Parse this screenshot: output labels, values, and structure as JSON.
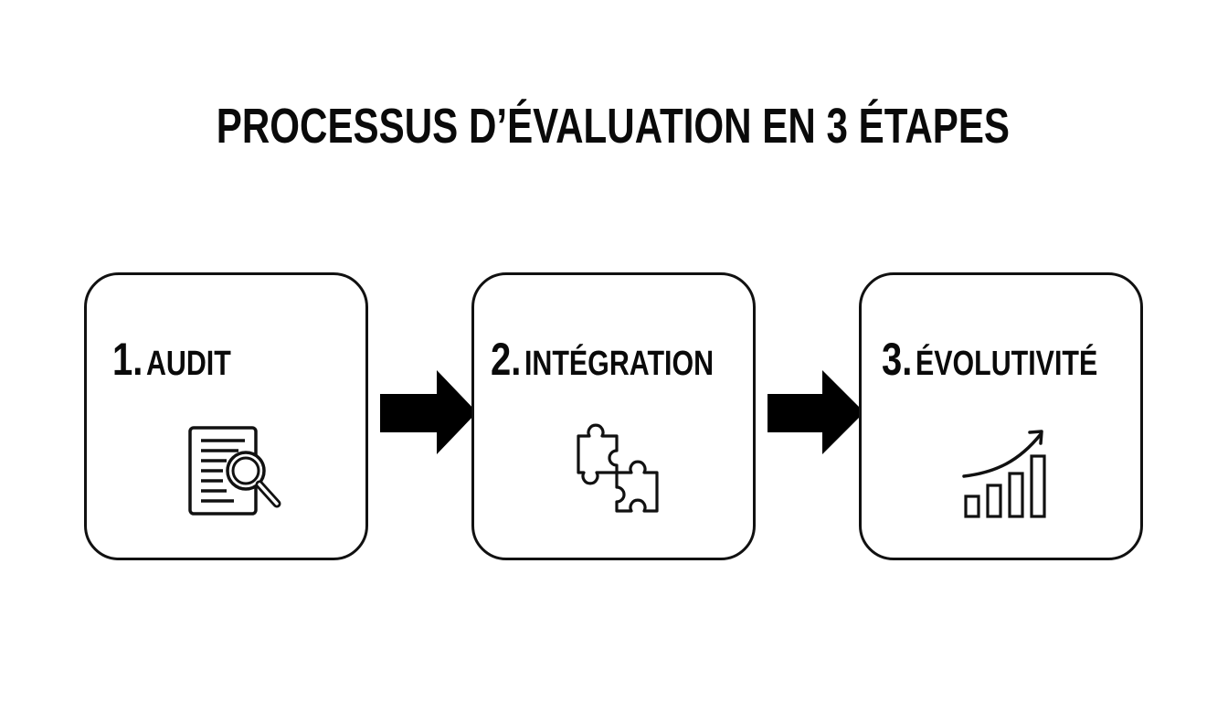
{
  "title": "PROCESSUS D’ÉVALUATION EN 3 ÉTAPES",
  "steps": [
    {
      "number": "1",
      "separator": ".",
      "name": "AUDIT",
      "icon": "document-search-icon"
    },
    {
      "number": "2",
      "separator": ".",
      "name": "INTÉGRATION",
      "icon": "puzzle-pieces-icon"
    },
    {
      "number": "3",
      "separator": ".",
      "name": "ÉVOLUTIVITÉ",
      "icon": "growth-chart-icon"
    }
  ],
  "connectors": [
    {
      "from": "1",
      "to": "2",
      "icon": "arrow-right-icon"
    },
    {
      "from": "2",
      "to": "3",
      "icon": "arrow-right-icon"
    }
  ],
  "colors": {
    "stroke": "#111111",
    "background": "#ffffff"
  }
}
